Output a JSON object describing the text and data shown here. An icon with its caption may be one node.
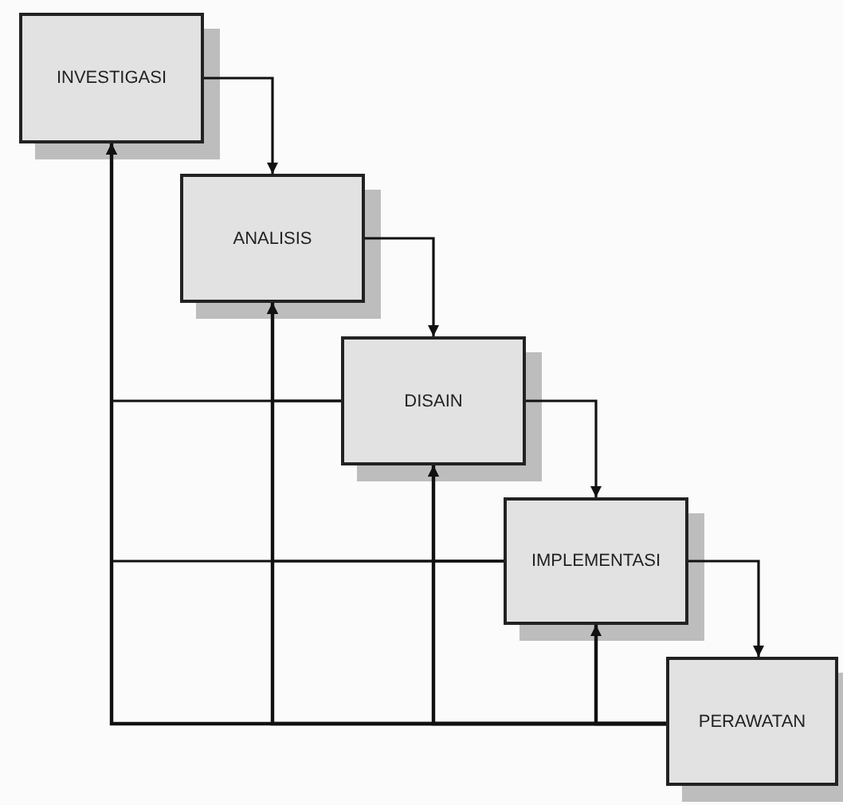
{
  "diagram": {
    "nodes": [
      {
        "text": [
          "INVESTIGASI"
        ]
      },
      {
        "text": [
          "ANALISIS"
        ]
      },
      {
        "text": [
          "DISAIN"
        ]
      },
      {
        "text": [
          "IMPLEMENTASI"
        ]
      },
      {
        "text": [
          "PERAWATAN"
        ]
      }
    ],
    "edges": [
      {
        "from": 0,
        "to": 1,
        "arrow": "to"
      },
      {
        "from": 1,
        "to": 2,
        "arrow": "to"
      },
      {
        "from": 2,
        "to": 3,
        "arrow": "to"
      },
      {
        "from": 3,
        "to": 4,
        "arrow": "to"
      },
      {
        "from": 2,
        "to": 0,
        "arrow": "to"
      },
      {
        "from": 2,
        "to": 1,
        "arrow": "to"
      },
      {
        "from": 3,
        "to": 0,
        "arrow": "to"
      },
      {
        "from": 3,
        "to": 1,
        "arrow": "to"
      },
      {
        "from": 3,
        "to": 2,
        "arrow": "to"
      },
      {
        "from": 4,
        "to": 0,
        "arrow": "to"
      },
      {
        "from": 4,
        "to": 1,
        "arrow": "to"
      },
      {
        "from": 4,
        "to": 2,
        "arrow": "to"
      },
      {
        "from": 4,
        "to": 3,
        "arrow": "to"
      }
    ]
  }
}
